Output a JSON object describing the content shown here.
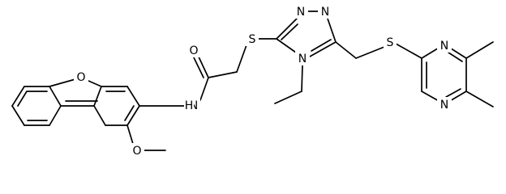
{
  "molecule": {
    "atoms": {
      "o_furan": "O",
      "n_amide": "N",
      "h_amide": "H",
      "o_carbonyl": "O",
      "s_triazole": "S",
      "n_triazole_1": "N",
      "n_triazole_2": "N",
      "n_triazole_4": "N",
      "s_methylene": "S",
      "n_pyrimidine_1": "N",
      "n_pyrimidine_3": "N",
      "o_methoxy": "O"
    },
    "colors": {
      "bond": "#000000",
      "text": "#000000",
      "background": "#ffffff"
    }
  }
}
